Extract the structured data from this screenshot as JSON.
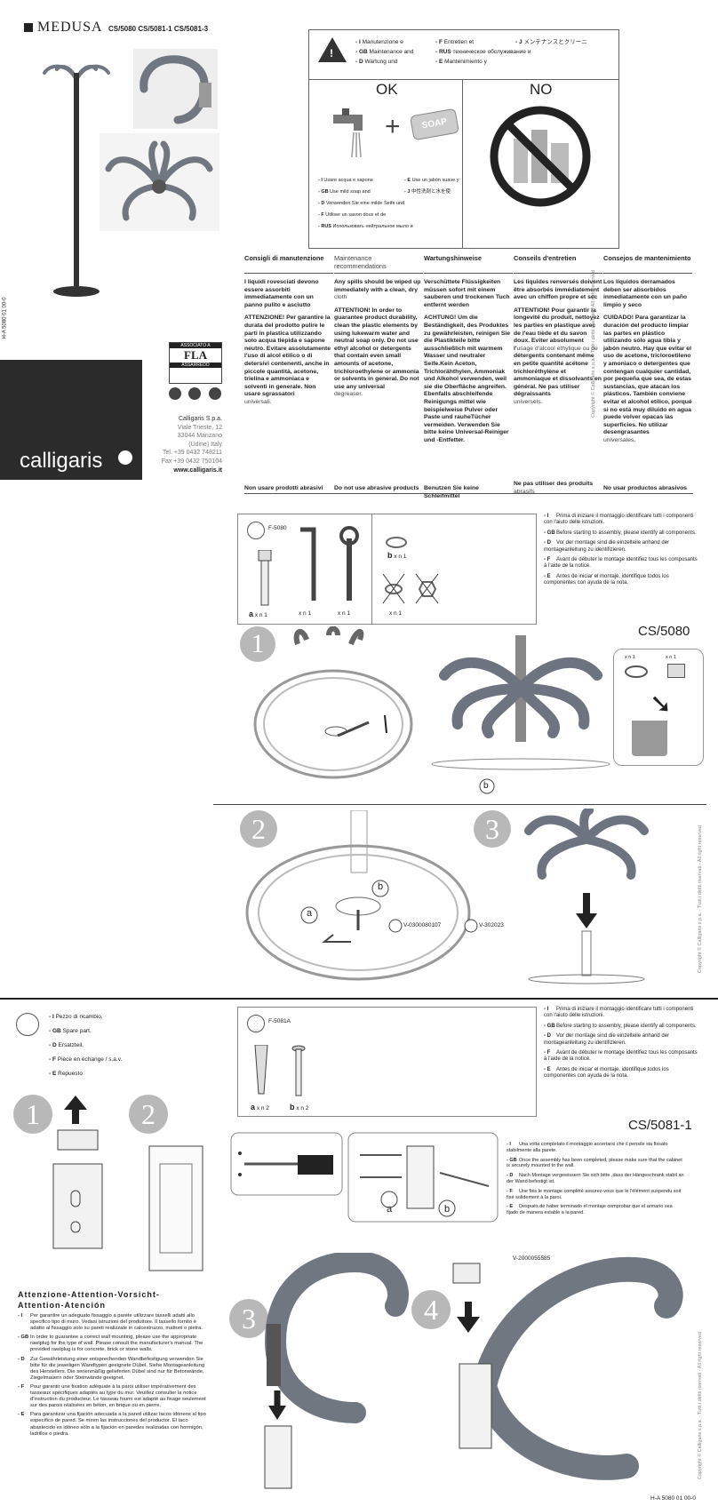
{
  "header": {
    "brand": "MEDUSA",
    "codes": "CS/5080 CS/5081-1 CS/5081-3",
    "side_code": "H-A 5080 01 00-0"
  },
  "company": {
    "name": "Calligaris S.p.a.",
    "address1": "Viale Trieste, 12",
    "address2": "33044 Manzano",
    "address3": "(Udine) Italy",
    "tel": "Tel. +39 0432 748211",
    "fax": "Fax +39 0432 750104",
    "web": "www.calligaris.it",
    "logo": "calligaris",
    "fla1": "ASSOCIATO A",
    "fla2": "FLA",
    "fla3": "ASSARREDO"
  },
  "care_box": {
    "langs": [
      {
        "code": "- I",
        "text": "Manutenzione e"
      },
      {
        "code": "- F",
        "text": "Entretien et"
      },
      {
        "code": "- J",
        "text": "メンテナンスとクリーニ"
      },
      {
        "code": "- GB",
        "text": "Maintenance and"
      },
      {
        "code": "- RUS",
        "text": "техническое обслуживание и"
      },
      {
        "code": "- D",
        "text": "Wartung und"
      },
      {
        "code": "- E",
        "text": "Mantenimiento y"
      }
    ],
    "ok": "OK",
    "no": "NO",
    "soap": "SOAP",
    "usage": [
      {
        "code": "- I",
        "text": "Usare acqua e sapone"
      },
      {
        "code": "- E",
        "text": "Use un jabón suave y"
      },
      {
        "code": "- GB",
        "text": "Use mild soap and"
      },
      {
        "code": "- J",
        "text": "中性洗剤と水を使"
      },
      {
        "code": "- D",
        "text": "Verwenden Sie eine milde Seife und"
      },
      {
        "code": "- F",
        "text": "Utiliser un savon doux et de"
      },
      {
        "code": "- RUS",
        "text": "Использовать нейтральное мыло и"
      }
    ]
  },
  "care_columns": [
    {
      "title": "Consigli di manutenzione",
      "p1": "I liquidi rovesciati devono essere assorbiti immediatamente con un panno pulito e asciutto",
      "p2": "ATTENZIONE! Per garantire la durata del prodotto pulire le parti in plastica utilizzando solo acqua tiepida e sapone neutro. Evitare assolutamente l'uso di alcol etilico o di detersivi contenenti, anche in piccole quantità, acetone, trielina e ammoniaca e solventi in generale. Non usare sgrassatori",
      "p2n": "universali.",
      "foot": "Non usare prodotti abrasivi"
    },
    {
      "title": "Maintenance recommendations",
      "p1": "Any spills should be wiped up immediately with a clean, dry",
      "p1n": "cloth",
      "p2": "ATTENTION! In order to guarantee product durability, clean the plastic elements by using lukewarm water and neutral soap only. Do not use ethyl alcohol or detergents that contain even small amounts of acetone, trichloroethylene or ammonia or solvents in general. Do not use any universal",
      "p2n": "degreaser.",
      "foot": "Do not use abrasive products"
    },
    {
      "title": "Wartungshinweise",
      "p1": "Verschüttete Flüssigkeiten müssen sofort mit einem sauberen und trockenen Tuch entfernt werden",
      "p2": "ACHTUNG! Um die Beständigkeit, des Produktes zu gewährleisten, reinigen Sie die Plastikteile bitte ausschließlich mit warmem Wasser und neutraler Seife.Kein Aceton, Trichlorähthylen, Ammoniak und Alkohol verwenden, weil sie die Oberfläche angreifen. Ebenfalls abschleifende Reinigungs mittel wie beispielweise Pulver oder Paste und rauheTücher vermeiden. Verwenden Sie bitte keine Universal-Reiniger und -Entfetter.",
      "foot": "Benutzen Sie keine Schleifmittel"
    },
    {
      "title": "Conseils d'entretien",
      "p1": "Les liquides renversés doivent être absorbés immédiatement avec un chiffon propre et sec",
      "p2": "ATTENTION! Pour garantir la longevité du produit, nettoyez les parties en plastique avec de l'eau tiède et du savon doux. Eviter absolument l'",
      "p2n": "usage d'alcool éthylique ou de",
      "p2b": "détergents contenant même en petite quantité acétone trichloréthylène et ammoniaque et dissolvants en général. Ne pas utiliser dégraissants",
      "p2n2": "universels.",
      "foot": "Ne pas utiliser des produits",
      "footn": "abrasifs"
    },
    {
      "title": "Consejos de mantenimiento",
      "p1": "Los líquidos derramados deben ser absorbidos inmediatamente con un paño limpio y seco",
      "p2": "CUIDADO! Para garantizar la duración del producto limpiar las partes en plástico utilizando sólo agua tibia y jabón neutro. Hay que evitar el uso de acetone, tricloroetileno y amoniaco o detergentes que contengan cualquier cantidad, por pequeña que sea, de estas sustancias, que atacan los plásticos. También conviene evitar el alcohol etílico, porqué si no está muy diluido en agua puede volver opacas las superficies. No utilizar desengrasantes",
      "p2n": "universales.",
      "foot": "No usar productos abrasivos"
    }
  ],
  "copyright": "Copyright © Calligaris s.p.a. - Tutti i diritti riservati - All right reserved",
  "cs5080": {
    "title": "CS/5080",
    "kit": "F-5080",
    "parts": [
      {
        "label": "a",
        "qty": "x n 1"
      },
      {
        "label": "",
        "qty": "x n 1"
      },
      {
        "label": "",
        "qty": "x n 1"
      },
      {
        "label": "b",
        "qty": "x n 1"
      },
      {
        "label": "",
        "qty": "x n 1"
      }
    ],
    "instructions": [
      {
        "code": "- I",
        "text": "Prima di iniziare il montaggio identificare tutti i componenti con l'aiuto delle istruzioni."
      },
      {
        "code": "- GB",
        "text": "Before starting to assembly, please identify all components."
      },
      {
        "code": "- D",
        "text": "Vor der montage  sind die einzelteile anhand der montageanleitung zu identifizieren."
      },
      {
        "code": "- F",
        "text": "Avant de débuter le montage identifiez tous les composants à l'aide de la notice."
      },
      {
        "code": "- E",
        "text": "Antes de iniciar el montaje, identifique todos los componentes con ayuda de la nota."
      }
    ],
    "steps": [
      "1",
      "2",
      "3"
    ],
    "a": "a",
    "b": "b",
    "xn1": "x n 1",
    "ref1": "V-0300080107",
    "ref2": "V-302023"
  },
  "cs5081": {
    "title": "CS/5081-1",
    "kit": "F-5081A",
    "spare": [
      {
        "code": "- I",
        "text": "Pezzo di ricambio."
      },
      {
        "code": "- GB",
        "text": "Spare part."
      },
      {
        "code": "- D",
        "text": "Ersatzteil."
      },
      {
        "code": "- F",
        "text": "Pièce en échange / s.a.v."
      },
      {
        "code": "- E",
        "text": "Repuesto"
      }
    ],
    "parts": [
      {
        "label": "a",
        "qty": "x n 2"
      },
      {
        "label": "b",
        "qty": "x n 2"
      }
    ],
    "instructions": [
      {
        "code": "- I",
        "text": "Prima di iniziare il montaggio identificare tutti i componenti con l'aiuto delle istruzioni."
      },
      {
        "code": "- GB",
        "text": "Before starting to assembly, please identify all components."
      },
      {
        "code": "- D",
        "text": "Vor der montage  sind die einzelteile anhand der montageanleitung zu identifizieren."
      },
      {
        "code": "- F",
        "text": "Avant de débuter le montage identifiez tous les composants à l'aide de la notice."
      },
      {
        "code": "- E",
        "text": "Antes de iniciar el montaje, identifique todos los componentes con ayuda de la nota."
      }
    ],
    "after": [
      {
        "code": "- I",
        "text": "Una volta completato il montaggio accertarsi che il pensile sia fissato stabilmente alla parete."
      },
      {
        "code": "- GB",
        "text": "Once the assembly has been completed, please make sure that the cabinet is securely mounted to the wall."
      },
      {
        "code": "- D",
        "text": "Nach Montage vergewissern Sie sich bitte ,dass der Hängeschrank stabil an der Wand befestigt ist."
      },
      {
        "code": "- F",
        "text": "Une fois le montage complété assurez-vous que le l'élément suspendu soit fixé solidement à la paroi."
      },
      {
        "code": "- E",
        "text": "Después de haber terminado el montaje comprobar que el armario sea fijado de manera estable a la pared."
      }
    ],
    "steps": [
      "1",
      "2",
      "3",
      "4"
    ],
    "a": "a",
    "b": "b",
    "ref": "V-2000055585"
  },
  "attention": {
    "title": "Attenzione-Attention-Vorsicht-Attention-Atención",
    "items": [
      {
        "code": "- I",
        "text": "Per garantire un adeguato fissaggio a parete utilizzare tasselli adatti allo specifico tipo di muro. Vedasi istruzioni del produttore. Il tassello fornito è adatto al fissaggio solo su pareti realizzate in calcestruzzo, mattoni o pietra."
      },
      {
        "code": "- GB",
        "text": "In order to guarantee a correct wall mounting, please use the appropriate rawlplug for the type of wall. Please consult the manufacturer's manual. The provided rawlplug is for concrete, brick or stone walls."
      },
      {
        "code": "- D",
        "text": "Zur Gewährleistung einer entsprechenden Wandbefestigung verwenden Sie bitte für die jeweiligen Wandtypen geeignete Dübel.  Siehe Montageanleitung des Herstellers.  Die serienmäßig gelieferten Dübel sind nur für Betonwände, Ziegelmauern oder Steinwände geeignet."
      },
      {
        "code": "- F",
        "text": "Pour garantir une fixation adéquate à la paroi utiliser impérativement des tasseaux spécifiques adaptés au type du mur. Veuillez consulter la notice d'instruction du producteur. Le tasseau fourni est adapté au fixage seulement sur des parois réalisées en béton, en brique ou en pierre."
      },
      {
        "code": "- E",
        "text": "Para garantizar una fijación adecuada a la pared utilizar tacos idóneos al tipo específico de pared. Se miren las instrucciones del productor. El taco abastecido es idóneo sólo a la fijación en paredes realizadas con hormigón, ladrillos o piedra."
      }
    ]
  },
  "footer_code": "H-A 5080 01 00-0"
}
